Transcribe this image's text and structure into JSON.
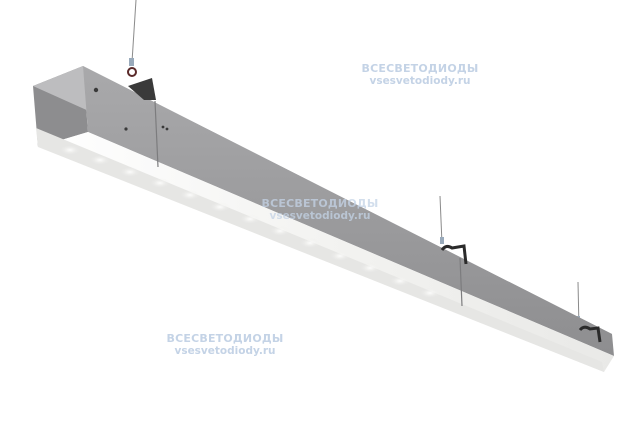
{
  "image": {
    "subject": "linear LED suspended luminaire, silver aluminum housing with frosted lens",
    "colors": {
      "background": "#ffffff",
      "housing_side": "#9a9a9c",
      "housing_end": "#8b8b8d",
      "housing_top": "#b4b4b6",
      "lens": "#f4f4f2",
      "watermark": "#c4d3e6",
      "bracket": "#2b2b2b",
      "wire": "#8a8a8a"
    }
  },
  "watermarks": [
    {
      "line1": "ВСЕСВЕТОДИОДЫ",
      "line2": "vsesvetodiody.ru",
      "position": "top-right"
    },
    {
      "line1": "ВСЕСВЕТОДИОДЫ",
      "line2": "vsesvetodiody.ru",
      "position": "center"
    },
    {
      "line1": "ВСЕСВЕТОДИОДЫ",
      "line2": "vsesvetodiody.ru",
      "position": "bottom-left"
    }
  ]
}
